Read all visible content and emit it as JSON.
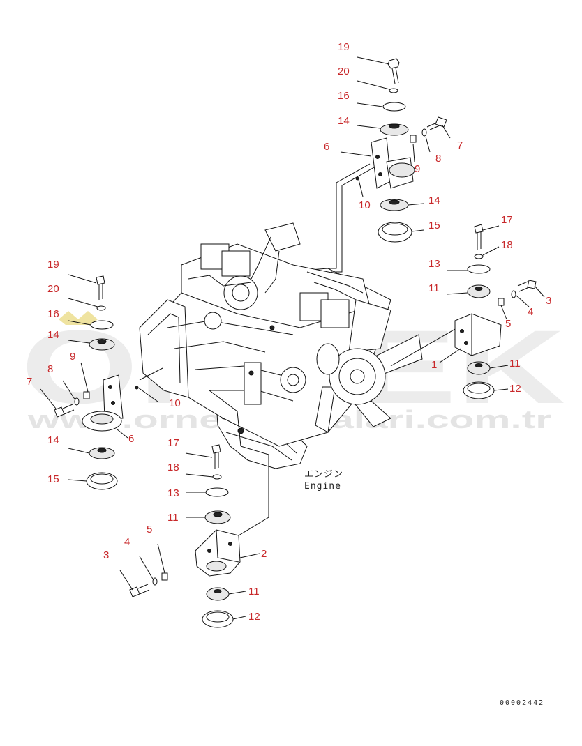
{
  "watermark": {
    "brand": "ORNEK",
    "url": "www.ornekparcalari.com.tr",
    "text_color": "#e9e9e9",
    "mark_color": "#efe3a0"
  },
  "engine_label": {
    "jp": "エンジン",
    "en": "Engine"
  },
  "drawing_code": "00002442",
  "callout_color": "#c8282a",
  "callouts": [
    {
      "id": "c19a",
      "label": "19"
    },
    {
      "id": "c20a",
      "label": "20"
    },
    {
      "id": "c16a",
      "label": "16"
    },
    {
      "id": "c14a",
      "label": "14"
    },
    {
      "id": "c6a",
      "label": "6"
    },
    {
      "id": "c7a",
      "label": "7"
    },
    {
      "id": "c8a",
      "label": "8"
    },
    {
      "id": "c9a",
      "label": "9"
    },
    {
      "id": "c10a",
      "label": "10"
    },
    {
      "id": "c14b",
      "label": "14"
    },
    {
      "id": "c15a",
      "label": "15"
    },
    {
      "id": "c17a",
      "label": "17"
    },
    {
      "id": "c18a",
      "label": "18"
    },
    {
      "id": "c13a",
      "label": "13"
    },
    {
      "id": "c11a",
      "label": "11"
    },
    {
      "id": "c3a",
      "label": "3"
    },
    {
      "id": "c4a",
      "label": "4"
    },
    {
      "id": "c5a",
      "label": "5"
    },
    {
      "id": "c1a",
      "label": "1"
    },
    {
      "id": "c11b",
      "label": "11"
    },
    {
      "id": "c12a",
      "label": "12"
    },
    {
      "id": "c19b",
      "label": "19"
    },
    {
      "id": "c20b",
      "label": "20"
    },
    {
      "id": "c16b",
      "label": "16"
    },
    {
      "id": "c14c",
      "label": "14"
    },
    {
      "id": "c9b",
      "label": "9"
    },
    {
      "id": "c8b",
      "label": "8"
    },
    {
      "id": "c7b",
      "label": "7"
    },
    {
      "id": "c10b",
      "label": "10"
    },
    {
      "id": "c6b",
      "label": "6"
    },
    {
      "id": "c14d",
      "label": "14"
    },
    {
      "id": "c15b",
      "label": "15"
    },
    {
      "id": "c17b",
      "label": "17"
    },
    {
      "id": "c18b",
      "label": "18"
    },
    {
      "id": "c13b",
      "label": "13"
    },
    {
      "id": "c11c",
      "label": "11"
    },
    {
      "id": "c4b",
      "label": "4"
    },
    {
      "id": "c5b",
      "label": "5"
    },
    {
      "id": "c3b",
      "label": "3"
    },
    {
      "id": "c2a",
      "label": "2"
    },
    {
      "id": "c11d",
      "label": "11"
    },
    {
      "id": "c12b",
      "label": "12"
    }
  ]
}
